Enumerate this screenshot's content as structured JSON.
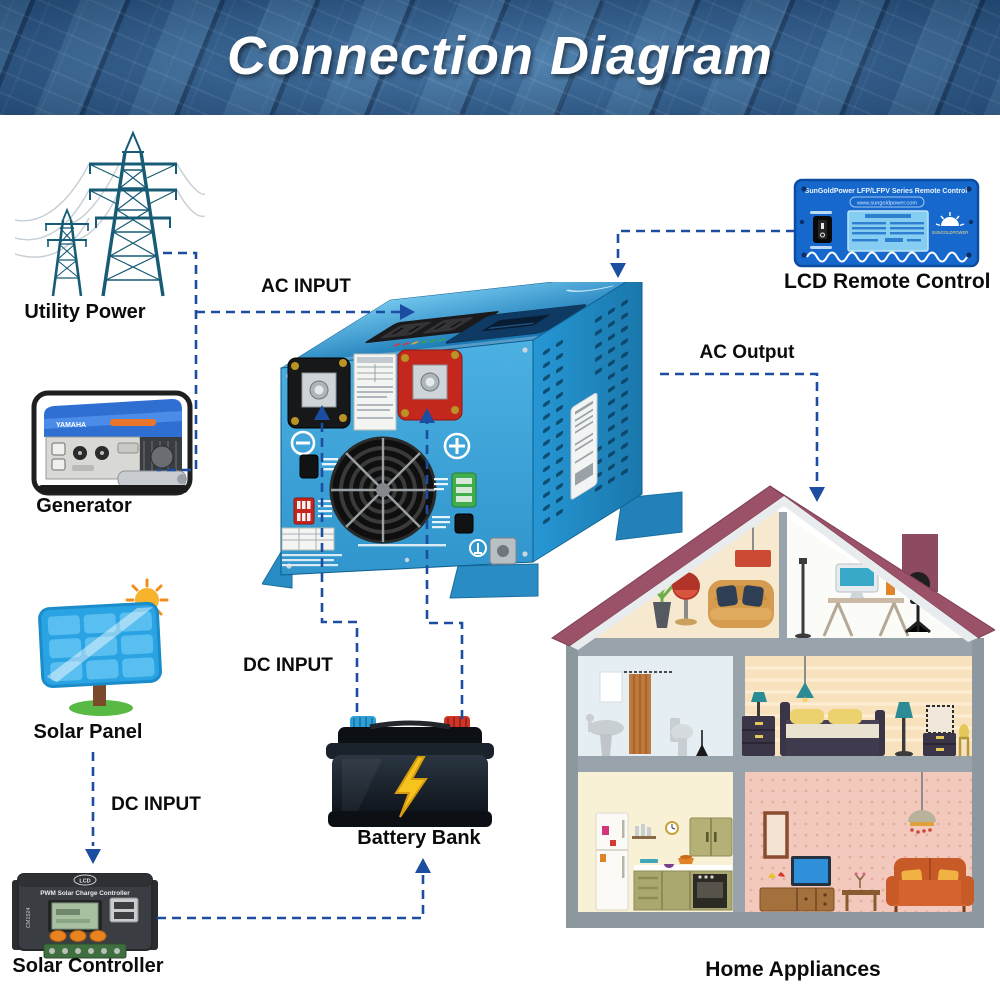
{
  "header": {
    "title": "Connection Diagram"
  },
  "labels": {
    "ac_input": "AC INPUT",
    "ac_output": "AC Output",
    "dc_input_solar": "DC INPUT",
    "dc_input_battery": "DC INPUT"
  },
  "nodes": {
    "utility_power": {
      "label": "Utility Power"
    },
    "generator": {
      "label": "Generator",
      "brand": "YAMAHA"
    },
    "solar_panel": {
      "label": "Solar Panel"
    },
    "solar_controller": {
      "label": "Solar Controller",
      "badge": "LCD",
      "device_title": "PWM Solar Charge Controller",
      "model": "CM1524"
    },
    "battery": {
      "label": "Battery Bank"
    },
    "lcd_remote": {
      "label": "LCD Remote Control",
      "device_title": "SunGoldPower LFP/LFPV Series Remote Control",
      "website": "www.sungoldpower.com",
      "brand": "SUNGOLDPOWER"
    },
    "home": {
      "label": "Home Appliances"
    }
  },
  "colors": {
    "connector_blue": "#1c4da0",
    "inverter_blue": "#38a5de",
    "roof_mauve": "#9b5168",
    "battery_black": "#141b22",
    "remote_blue": "#1668cc"
  }
}
